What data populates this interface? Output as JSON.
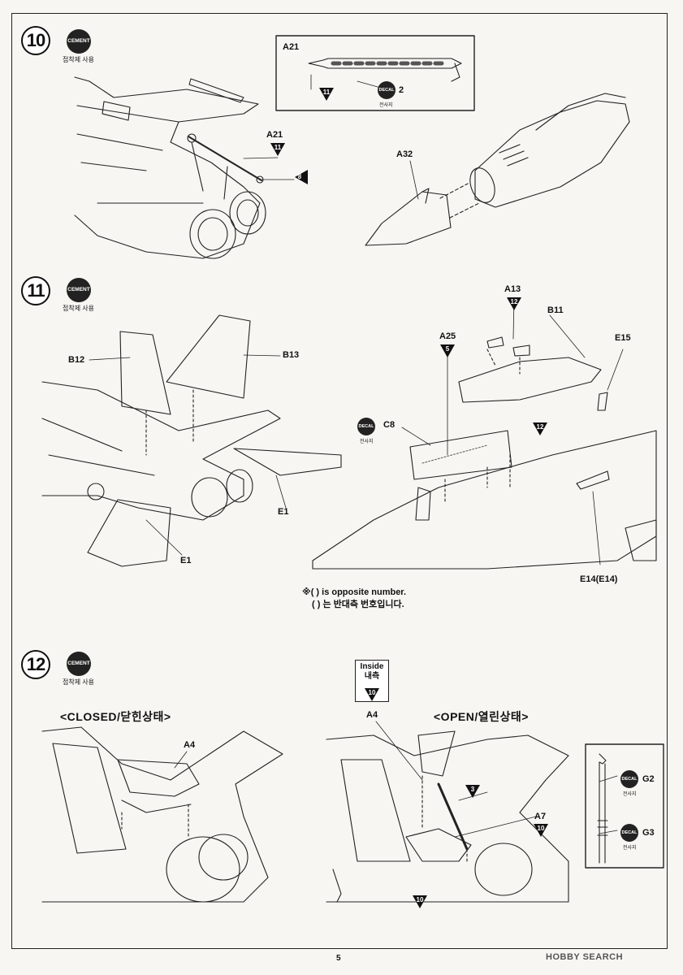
{
  "steps": [
    {
      "number": "10",
      "cement_label": "CEMENT",
      "cement_caption": "접착제 사용"
    },
    {
      "number": "11",
      "cement_label": "CEMENT",
      "cement_caption": "접착제 사용"
    },
    {
      "number": "12",
      "cement_label": "CEMENT",
      "cement_caption": "접착제 사용"
    }
  ],
  "step10": {
    "inset_part": "A21",
    "inset_callout": "11",
    "decal_label": "DECAL",
    "decal_caption": "전사지",
    "decal_number": "2",
    "part_a21": "A21",
    "a21_callout": "11",
    "callout_8": "8",
    "part_a32": "A32"
  },
  "step11": {
    "b12": "B12",
    "b13": "B13",
    "e1_right": "E1",
    "e1_left": "E1",
    "a13": "A13",
    "a13_callout": "12",
    "b11": "B11",
    "a25": "A25",
    "a25_callout": "5",
    "e15": "E15",
    "c8": "C8",
    "decal_label": "DECAL",
    "decal_caption": "전사지",
    "callout_12": "12",
    "e14": "E14(E14)",
    "note_en": "※( ) is opposite number.",
    "note_ko": "( ) 는 반대측 번호입니다."
  },
  "step12": {
    "closed_heading": "<CLOSED/닫힌상태>",
    "open_heading": "<OPEN/열린상태>",
    "a4_closed": "A4",
    "a4_open": "A4",
    "inside_en": "Inside",
    "inside_ko": "내측",
    "inside_callout": "10",
    "callout_3": "3",
    "a7": "A7",
    "a7_callout": "10",
    "bottom_callout": "10",
    "decal_label": "DECAL",
    "decal_caption": "전사지",
    "g2": "G2",
    "g3": "G3"
  },
  "footer": {
    "page_number": "5",
    "watermark": "HOBBY SEARCH"
  }
}
